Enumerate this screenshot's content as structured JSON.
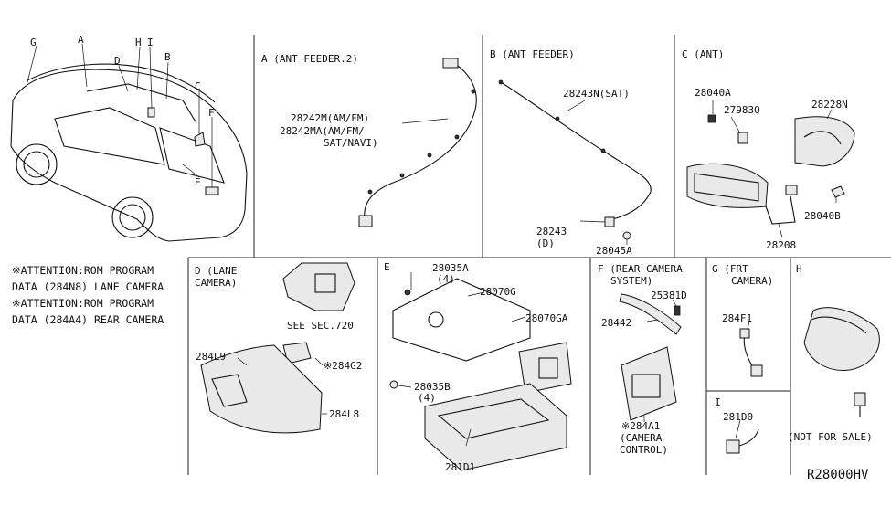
{
  "sections": {
    "A": {
      "header": "A (ANT FEEDER.2)",
      "parts": [
        "28242M(AM/FM)",
        "28242MA(AM/FM/",
        "SAT/NAVI)"
      ]
    },
    "B": {
      "header": "B (ANT FEEDER)",
      "parts": [
        "28243N(SAT)",
        "28243",
        "(D)",
        "28045A"
      ]
    },
    "C": {
      "header": "C (ANT)",
      "parts": [
        "28040A",
        "27983Q",
        "28228N",
        "28040B",
        "28208"
      ]
    },
    "D": {
      "header_1": "D (LANE",
      "header_2": "CAMERA)",
      "parts": [
        "SEE SEC.720",
        "284L9",
        "※284G2",
        "284L8"
      ]
    },
    "E": {
      "header": "E",
      "parts": [
        "28035A",
        "(4)",
        "28070G",
        "28070GA",
        "28035B",
        "(4)",
        "281D1"
      ]
    },
    "F": {
      "header_1": "F (REAR CAMERA",
      "header_2": "SYSTEM)",
      "parts": [
        "25381D",
        "28442",
        "※284A1",
        "(CAMERA",
        "CONTROL)"
      ]
    },
    "G": {
      "header_1": "G (FRT",
      "header_2": "CAMERA)",
      "parts": [
        "284F1"
      ]
    },
    "H": {
      "header": "H",
      "parts": [
        "(NOT FOR SALE)"
      ]
    },
    "I": {
      "header": "I",
      "parts": [
        "281D0"
      ]
    }
  },
  "car_callouts": [
    "G",
    "A",
    "H",
    "I",
    "D",
    "B",
    "C",
    "F",
    "E"
  ],
  "notes": [
    "※ATTENTION:ROM PROGRAM",
    "DATA (284N8) LANE CAMERA",
    "※ATTENTION:ROM PROGRAM",
    "DATA (284A4) REAR CAMERA"
  ],
  "diagram_code": "R28000HV"
}
